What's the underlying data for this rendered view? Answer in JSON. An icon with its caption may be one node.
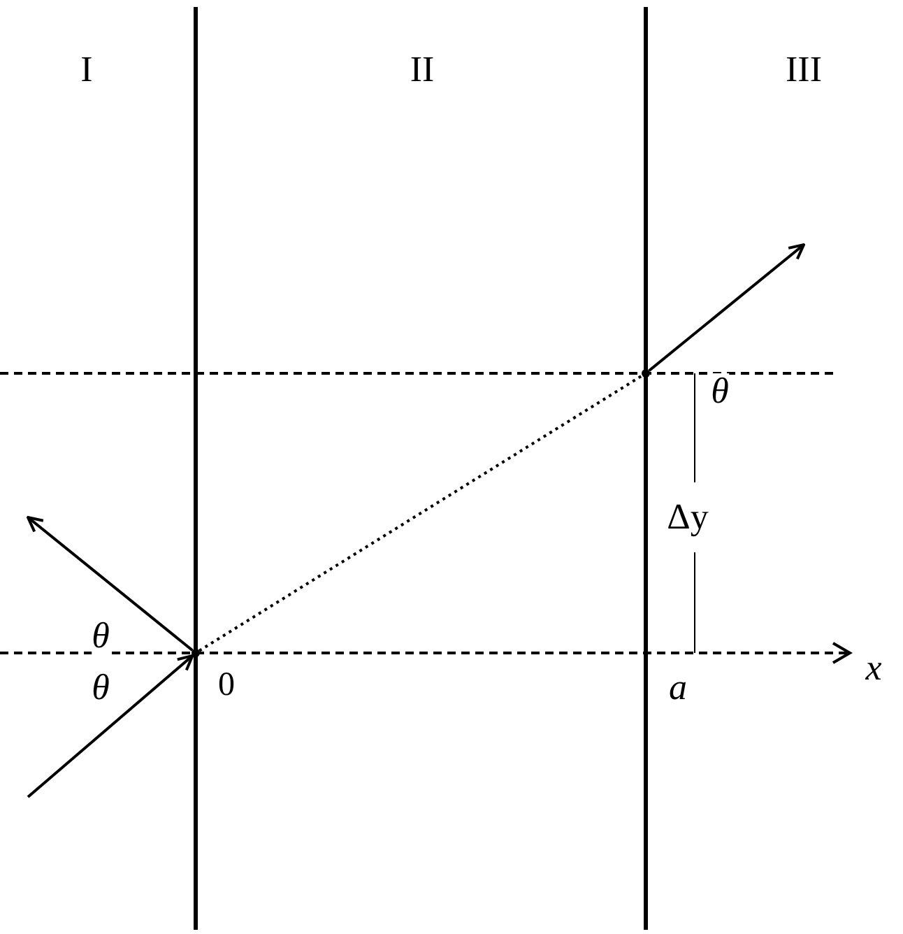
{
  "diagram": {
    "nodes": [
      {
        "text": [],
        "shape": "point",
        "beside": [
          "0"
        ]
      },
      {
        "text": [],
        "shape": "point"
      }
    ],
    "edges": [
      {
        "from": null,
        "to": 0,
        "arrow": "to"
      },
      {
        "from": 0,
        "to": null,
        "arrow": "to"
      },
      {
        "from": 0,
        "to": 1,
        "arrow": "none",
        "style": "dashed"
      },
      {
        "from": 1,
        "to": null,
        "arrow": "to"
      }
    ],
    "labels": [
      "I",
      "II",
      "III",
      "θ",
      "θ",
      "a",
      "x",
      "θ",
      "Δy"
    ]
  }
}
